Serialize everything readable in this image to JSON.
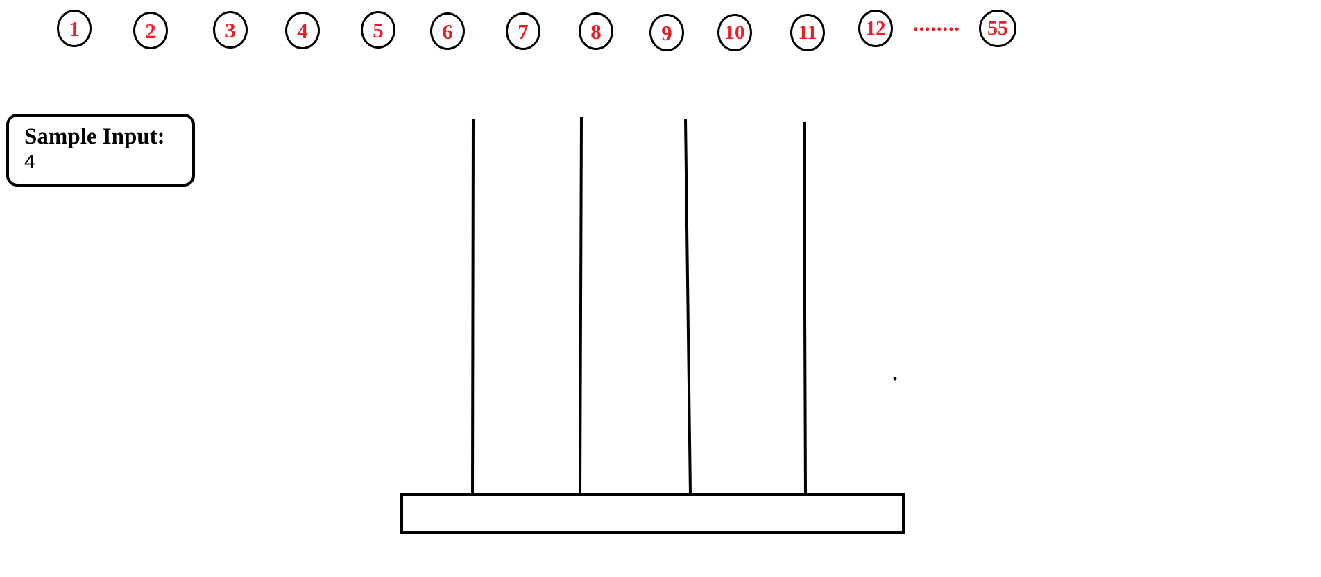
{
  "balls": [
    "1",
    "2",
    "3",
    "4",
    "5",
    "6",
    "7",
    "8",
    "9",
    "10",
    "11",
    "12"
  ],
  "ellipsis": "........",
  "last_ball": "55",
  "sample": {
    "title": "Sample Input:",
    "value": "4"
  },
  "pegs": {
    "count": 4
  },
  "colors": {
    "ball_number": "#ed1c24",
    "outline": "#000000",
    "background": "#ffffff"
  }
}
